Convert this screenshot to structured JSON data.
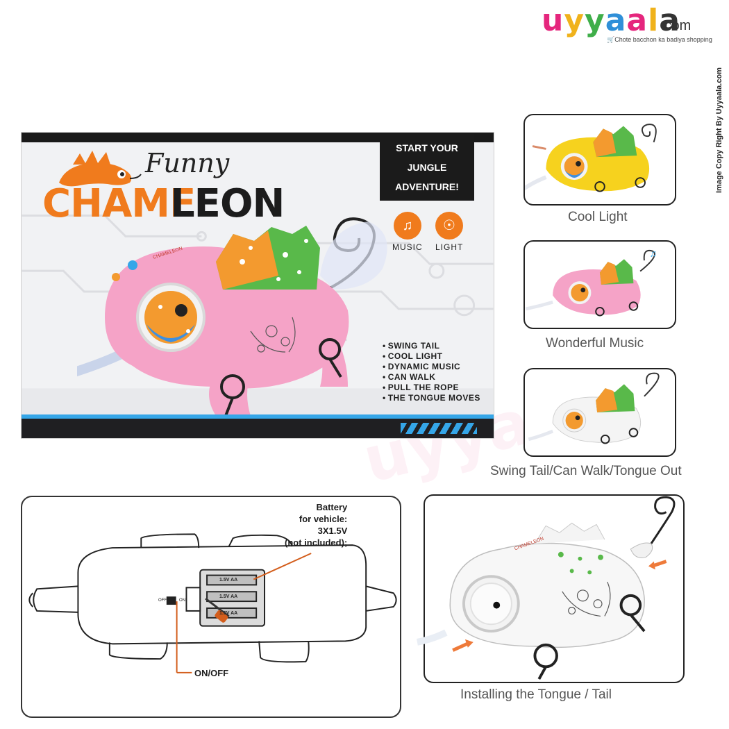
{
  "brand": {
    "letters": [
      "u",
      "y",
      "y",
      "a",
      "a",
      "l",
      "a"
    ],
    "domain": ".com",
    "tagline": "Chote bacchon ka badiya shopping"
  },
  "credit": "Image Copy Right By Uyyaala.com",
  "package": {
    "logo_script": "Funny",
    "logo_part1": "CHAME",
    "logo_part2": "LEON",
    "slogan_lines": [
      "START YOUR",
      "JUNGLE",
      "ADVENTURE!"
    ],
    "icon_music": "MUSIC",
    "icon_light": "LIGHT",
    "features": [
      "SWING TAIL",
      "COOL LIGHT",
      "DYNAMIC MUSIC",
      "CAN WALK",
      "PULL THE ROPE",
      "THE TONGUE MOVES"
    ],
    "toy_badge": "CHAMELEON"
  },
  "thumbnails": [
    {
      "caption": "Cool Light",
      "body_color": "#f6d21e"
    },
    {
      "caption": "Wonderful Music",
      "body_color": "#f5a3c7"
    },
    {
      "caption": "Swing Tail/Can Walk/Tongue Out",
      "body_color": "#f4f4f4"
    }
  ],
  "diagram": {
    "battery_lines": [
      "Battery",
      "for vehicle:",
      "3X1.5V",
      "(not included);"
    ],
    "cell_label": "1.5V  AA",
    "switch_off": "OFF",
    "switch_on": "ON",
    "onoff_label": "ON/OFF"
  },
  "install": {
    "caption": "Installing the Tongue / Tail",
    "toy_badge": "CHAMELEON"
  },
  "colors": {
    "orange": "#f07b1d",
    "pink": "#f5a3c7",
    "blue": "#35a6e8",
    "dark": "#1b1b1b"
  }
}
